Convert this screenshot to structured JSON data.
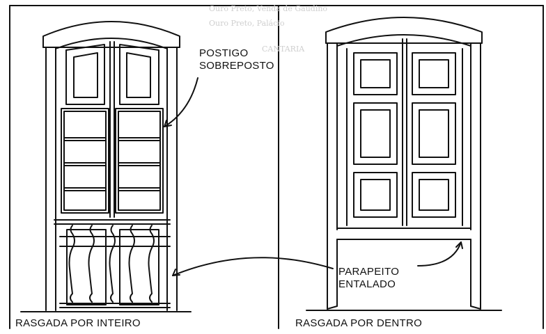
{
  "labels": {
    "postigo": [
      "POSTIGO",
      "SOBREPOSTO"
    ],
    "parapeito": [
      "PARAPEITO",
      "ENTALADO"
    ],
    "caption_left": "RASGADA POR INTEIRO",
    "caption_right": "RASGADA POR DENTRO"
  },
  "bleed_through": {
    "top_left": [
      "Ouro Preto, Venda de Gaudino",
      "Ouro Preto, Palácio"
    ],
    "right": [
      "CANTARIA"
    ]
  },
  "colors": {
    "ink": "#111111",
    "paper": "#ffffff",
    "bleed": "#cfcfcf"
  },
  "icons": [
    "arrow-icon"
  ]
}
